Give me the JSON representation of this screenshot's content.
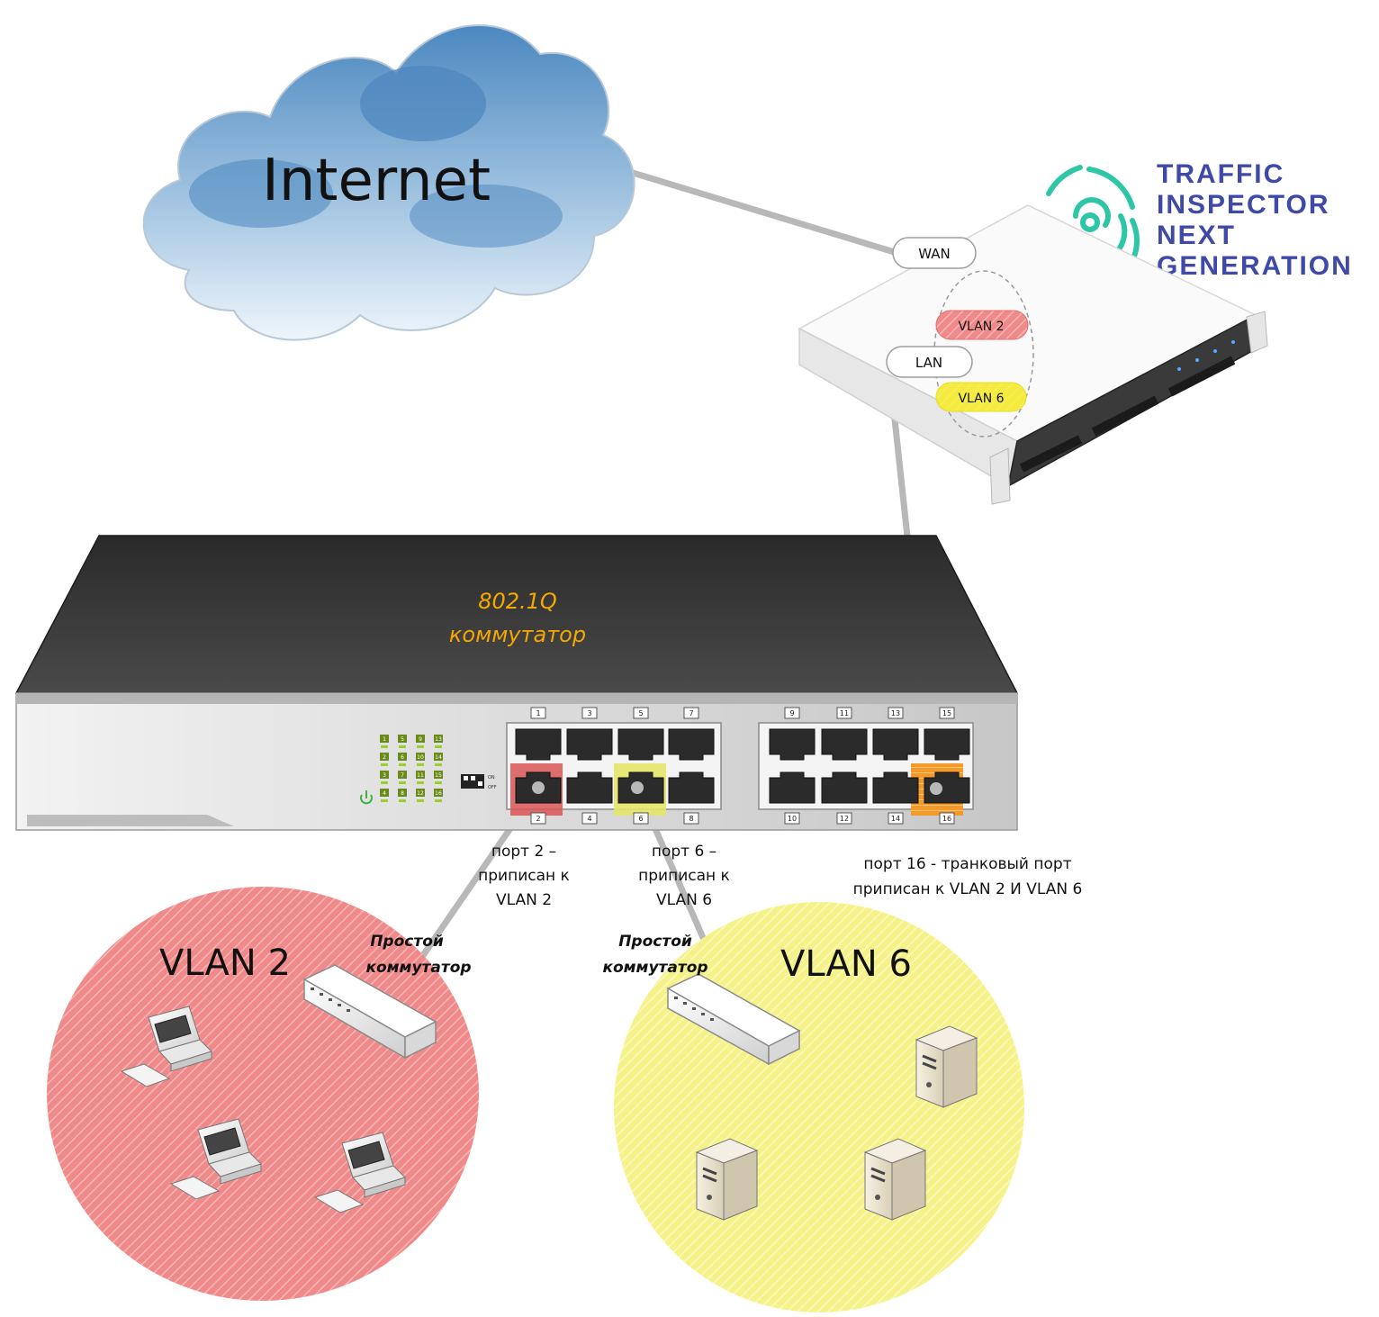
{
  "cloud": {
    "label": "Internet"
  },
  "logo": {
    "lines": [
      "TRAFFIC",
      "INSPECTOR",
      "NEXT",
      "GENERATION"
    ],
    "color": "#3f4aa8",
    "mark_color": "#2fc6a8"
  },
  "appliance": {
    "wan_label": "WAN",
    "lan_label": "LAN",
    "vlan_a_label": "VLAN 2",
    "vlan_b_label": "VLAN 6"
  },
  "main_switch": {
    "title_line1": "802.1Q",
    "title_line2": "коммутатор",
    "title_color": "#f5a800",
    "top_ports": [
      "1",
      "3",
      "5",
      "7",
      "9",
      "11",
      "13",
      "15"
    ],
    "bottom_ports": [
      "2",
      "4",
      "6",
      "8",
      "10",
      "12",
      "14",
      "16"
    ],
    "led_numbers": [
      "1",
      "5",
      "9",
      "13",
      "2",
      "6",
      "10",
      "14",
      "3",
      "7",
      "11",
      "15",
      "4",
      "8",
      "12",
      "16"
    ],
    "dip_on": "ON",
    "dip_off": "OFF"
  },
  "notes": {
    "port2": [
      "порт 2 –",
      "приписан к",
      "VLAN 2"
    ],
    "port6": [
      "порт 6 –",
      "приписан к",
      "VLAN 6"
    ],
    "port16": [
      "порт 16 - транковый порт",
      "приписан к VLAN 2 И VLAN 6"
    ]
  },
  "vlan2_zone": {
    "label": "VLAN 2",
    "switch_label": [
      "Простой",
      "коммутатор"
    ],
    "color": "#f08a8a"
  },
  "vlan6_zone": {
    "label": "VLAN 6",
    "switch_label": [
      "Простой",
      "коммутатор"
    ],
    "color": "#f6f28a"
  }
}
